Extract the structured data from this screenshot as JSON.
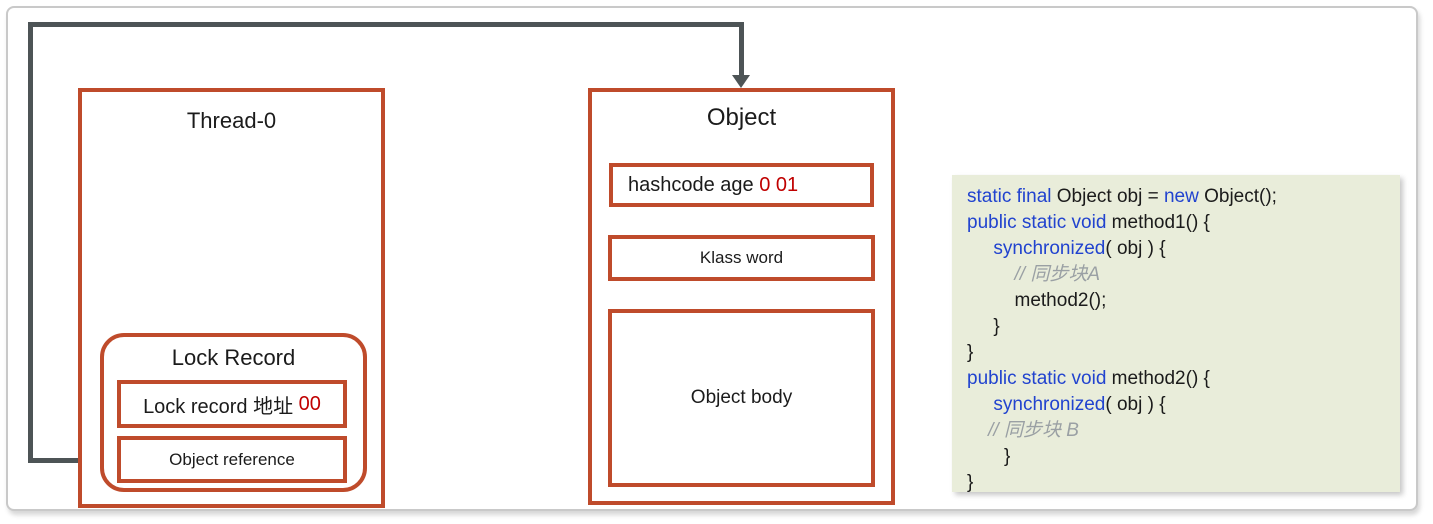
{
  "colors": {
    "box_border_red": "#bf4b2b",
    "value_red": "#c00000",
    "connector_gray": "#4d5456",
    "code_background": "#e9edda",
    "code_keyword_blue": "#2143cf",
    "code_comment_gray": "#9aa0a4"
  },
  "diagram": {
    "thread_box": {
      "title": "Thread-0",
      "lock_record": {
        "title": "Lock Record",
        "address_row": {
          "label": "Lock record 地址 ",
          "value": "00"
        },
        "reference_row": {
          "label": "Object reference"
        }
      }
    },
    "object_box": {
      "title": "Object",
      "mark_word": {
        "label": "hashcode age ",
        "value": "0 01"
      },
      "klass_word": {
        "label": "Klass word"
      },
      "object_body": {
        "label": "Object body"
      }
    }
  },
  "code": {
    "lines": [
      [
        {
          "t": "static final",
          "k": "kw"
        },
        {
          "t": " Object obj = ",
          "k": "pl"
        },
        {
          "t": "new",
          "k": "kw"
        },
        {
          "t": " Object();",
          "k": "pl"
        }
      ],
      [
        {
          "t": "public static void",
          "k": "kw"
        },
        {
          "t": " method1() {",
          "k": "pl"
        }
      ],
      [
        {
          "t": "     ",
          "k": "pl"
        },
        {
          "t": "synchronized",
          "k": "kw"
        },
        {
          "t": "( obj ) {",
          "k": "pl"
        }
      ],
      [
        {
          "t": "         ",
          "k": "pl"
        },
        {
          "t": "// 同步块A",
          "k": "cm"
        }
      ],
      [
        {
          "t": "         method2();",
          "k": "pl"
        }
      ],
      [
        {
          "t": "     }",
          "k": "pl"
        }
      ],
      [
        {
          "t": "}",
          "k": "pl"
        }
      ],
      [
        {
          "t": "public static void",
          "k": "kw"
        },
        {
          "t": " method2() {",
          "k": "pl"
        }
      ],
      [
        {
          "t": "     ",
          "k": "pl"
        },
        {
          "t": "synchronized",
          "k": "kw"
        },
        {
          "t": "( obj ) {",
          "k": "pl"
        }
      ],
      [
        {
          "t": "    ",
          "k": "pl"
        },
        {
          "t": "// 同步块 B",
          "k": "cm"
        }
      ],
      [
        {
          "t": "       }",
          "k": "pl"
        }
      ],
      [
        {
          "t": "}",
          "k": "pl"
        }
      ]
    ]
  }
}
